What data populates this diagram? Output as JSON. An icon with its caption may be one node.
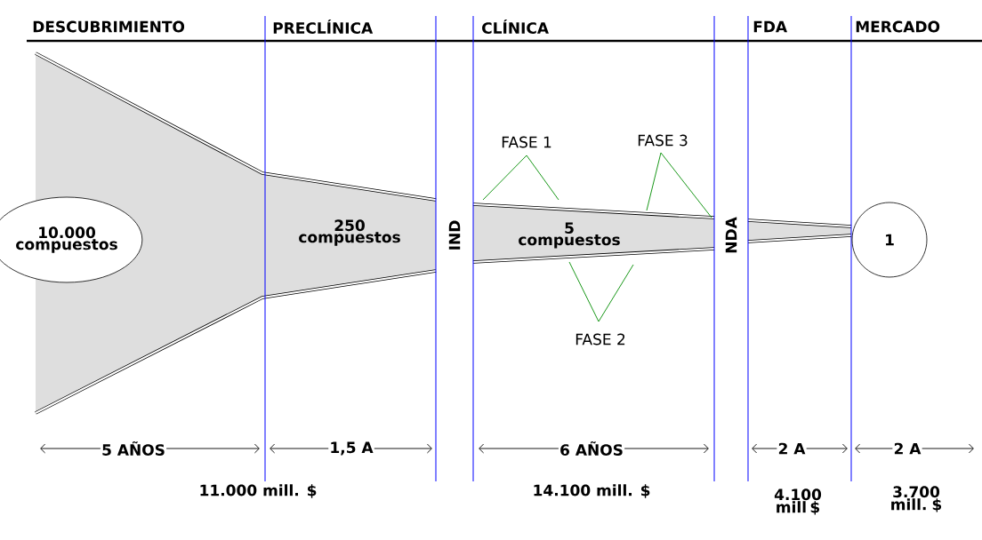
{
  "diagram": {
    "nodes": [
      {
        "text": [
          "10.000 compuestos"
        ]
      },
      {
        "text": [
          "1"
        ]
      }
    ],
    "labels": [
      "DESCUBRIMIENTO",
      "PRECLÍNICA",
      "CLÍNICA",
      "FDA",
      "MERCADO",
      "FASE 1",
      "FASE 3",
      "250 compuestos",
      "IND",
      "5 compuestos",
      "NDA",
      "FASE 2",
      "5 AÑOS",
      "1,5 A",
      "6 AÑOS",
      "2 A",
      "2 A",
      "11.000 mill. $",
      "14.100 mill. $",
      "4.100 mill $",
      "3.700 mill. $"
    ]
  }
}
